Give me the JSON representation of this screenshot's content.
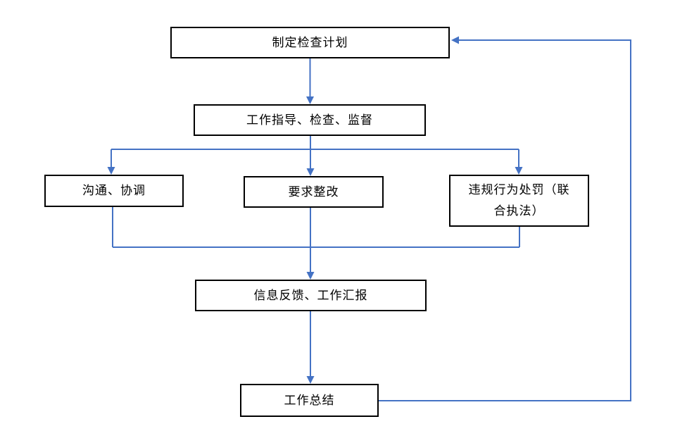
{
  "diagram": {
    "type": "flowchart",
    "background_color": "#ffffff",
    "connector_color": "#4472C4",
    "box_border_color": "#000000",
    "text_color": "#000000",
    "nodes": [
      {
        "id": "make-plan",
        "label": "制定检查计划"
      },
      {
        "id": "guide-inspect-supervise",
        "label": "工作指导、检查、监督"
      },
      {
        "id": "communicate-coordinate",
        "label": "沟通、协调"
      },
      {
        "id": "require-rectification",
        "label": "要求整改"
      },
      {
        "id": "violation-punishment",
        "label": "违规行为处罚（联\n合执法）"
      },
      {
        "id": "feedback-report",
        "label": "信息反馈、工作汇报"
      },
      {
        "id": "work-summary",
        "label": "工作总结"
      }
    ],
    "edges": [
      {
        "from": "make-plan",
        "to": "guide-inspect-supervise"
      },
      {
        "from": "guide-inspect-supervise",
        "to": "communicate-coordinate"
      },
      {
        "from": "guide-inspect-supervise",
        "to": "require-rectification"
      },
      {
        "from": "guide-inspect-supervise",
        "to": "violation-punishment"
      },
      {
        "from": "communicate-coordinate",
        "to": "feedback-report"
      },
      {
        "from": "require-rectification",
        "to": "feedback-report"
      },
      {
        "from": "violation-punishment",
        "to": "feedback-report"
      },
      {
        "from": "feedback-report",
        "to": "work-summary"
      },
      {
        "from": "work-summary",
        "to": "make-plan"
      }
    ]
  }
}
